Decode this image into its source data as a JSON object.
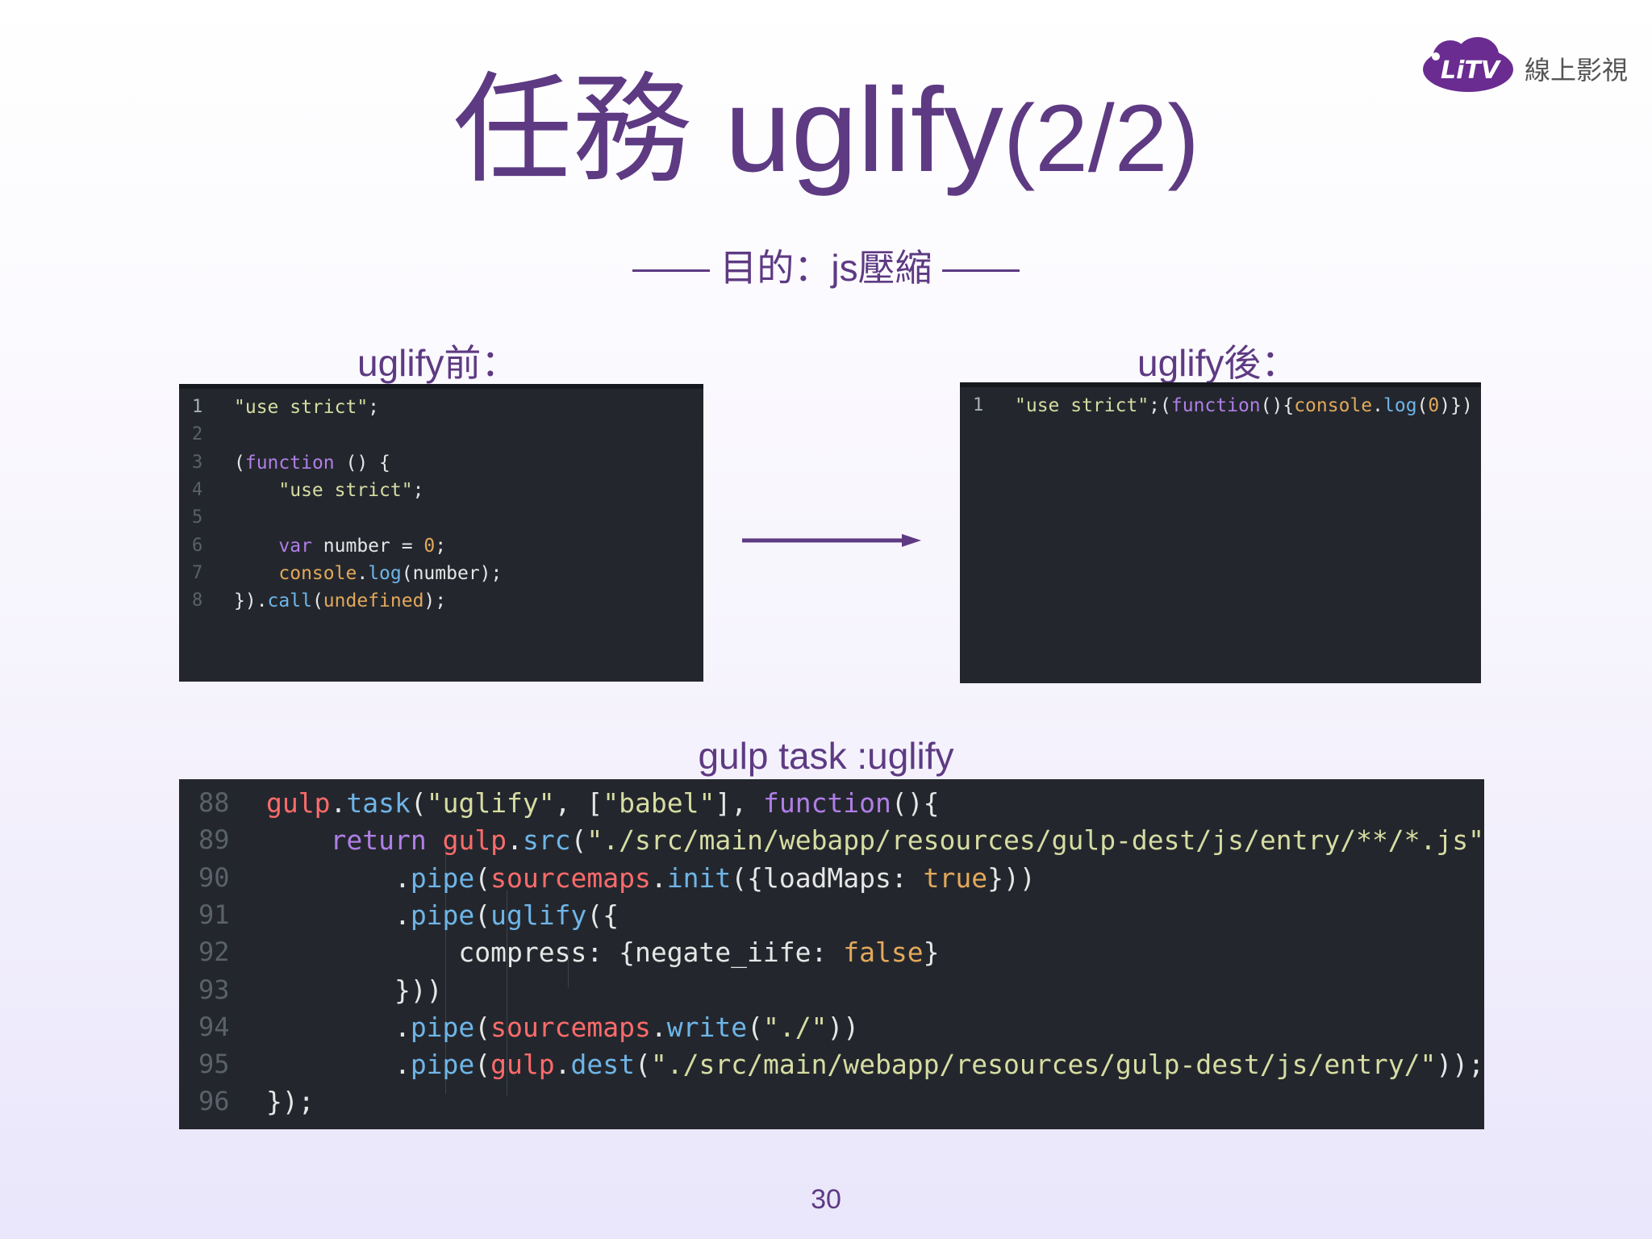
{
  "logo": {
    "brand": "LiTV",
    "name": "線上影視"
  },
  "title": {
    "main": "任務 uglify",
    "suffix": "(2/2)"
  },
  "subtitle": "目的：js壓縮",
  "before": {
    "label": "uglify前：",
    "lines": [
      {
        "n": "1",
        "t": "\"use strict\";"
      },
      {
        "n": "2",
        "t": ""
      },
      {
        "n": "3",
        "t": "(function () {"
      },
      {
        "n": "4",
        "t": "    \"use strict\";"
      },
      {
        "n": "5",
        "t": ""
      },
      {
        "n": "6",
        "t": "    var number = 0;"
      },
      {
        "n": "7",
        "t": "    console.log(number);"
      },
      {
        "n": "8",
        "t": "}).call(undefined);"
      }
    ]
  },
  "after": {
    "label": "uglify後：",
    "lines": [
      {
        "n": "1",
        "t": "\"use strict\";(function(){console.log(0)})"
      }
    ]
  },
  "gulp": {
    "label": "gulp task :uglify",
    "lines": [
      {
        "n": "88",
        "t": "gulp.task(\"uglify\", [\"babel\"], function(){"
      },
      {
        "n": "89",
        "t": "    return gulp.src(\"./src/main/webapp/resources/gulp-dest/js/entry/**/*.js\")"
      },
      {
        "n": "90",
        "t": "        .pipe(sourcemaps.init({loadMaps: true}))"
      },
      {
        "n": "91",
        "t": "        .pipe(uglify({"
      },
      {
        "n": "92",
        "t": "            compress: {negate_iife: false}"
      },
      {
        "n": "93",
        "t": "        }))"
      },
      {
        "n": "94",
        "t": "        .pipe(sourcemaps.write(\"./\"))"
      },
      {
        "n": "95",
        "t": "        .pipe(gulp.dest(\"./src/main/webapp/resources/gulp-dest/js/entry/\"));"
      },
      {
        "n": "96",
        "t": "});"
      }
    ]
  },
  "page_number": "30",
  "colors": {
    "accent": "#5e3a83",
    "panel_bg": "#23272d"
  },
  "icons": {
    "arrow": "arrow-right-icon",
    "logo": "litv-cloud-logo"
  }
}
